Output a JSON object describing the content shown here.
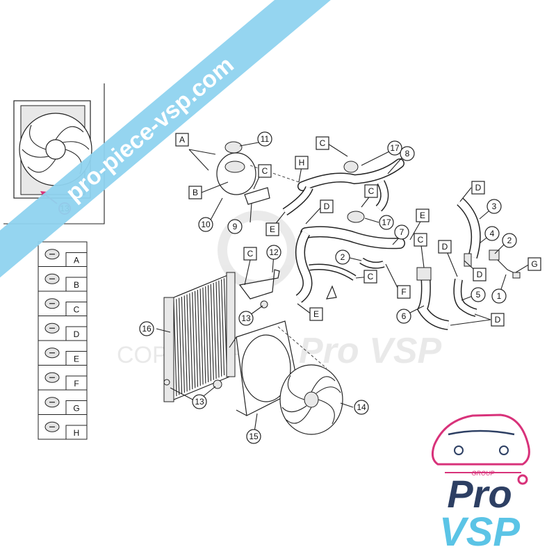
{
  "watermark": {
    "url": "pro-piece-vsp.com",
    "copyright": "COPYRIGHT",
    "brand": "Pro VSP"
  },
  "logo": {
    "group": "GROUP",
    "pro": "Pro",
    "vsp": "VSP"
  },
  "inset_callout": "13",
  "legend": [
    {
      "letter": "A",
      "icon": "bolt-icon"
    },
    {
      "letter": "B",
      "icon": "washer-icon"
    },
    {
      "letter": "C",
      "icon": "screw-icon"
    },
    {
      "letter": "D",
      "icon": "hose-clamp-icon"
    },
    {
      "letter": "E",
      "icon": "band-clamp-icon"
    },
    {
      "letter": "F",
      "icon": "spring-clamp-icon"
    },
    {
      "letter": "G",
      "icon": "connector-icon"
    },
    {
      "letter": "H",
      "icon": "clip-icon"
    }
  ],
  "callouts": {
    "numbers": [
      "11",
      "17",
      "8",
      "10",
      "9",
      "17",
      "12",
      "3",
      "4",
      "2",
      "7",
      "2",
      "1",
      "5",
      "6",
      "16",
      "13",
      "13",
      "14",
      "15"
    ],
    "letters": [
      "A",
      "B",
      "C",
      "C",
      "H",
      "C",
      "D",
      "E",
      "E",
      "D",
      "C",
      "C",
      "D",
      "C",
      "F",
      "D",
      "G",
      "E",
      "D"
    ]
  },
  "colors": {
    "accent_magenta": "#d8327a",
    "accent_cyan": "#5bc4e6",
    "logo_navy": "#2d3f63",
    "banner": "#8fd3ef"
  }
}
